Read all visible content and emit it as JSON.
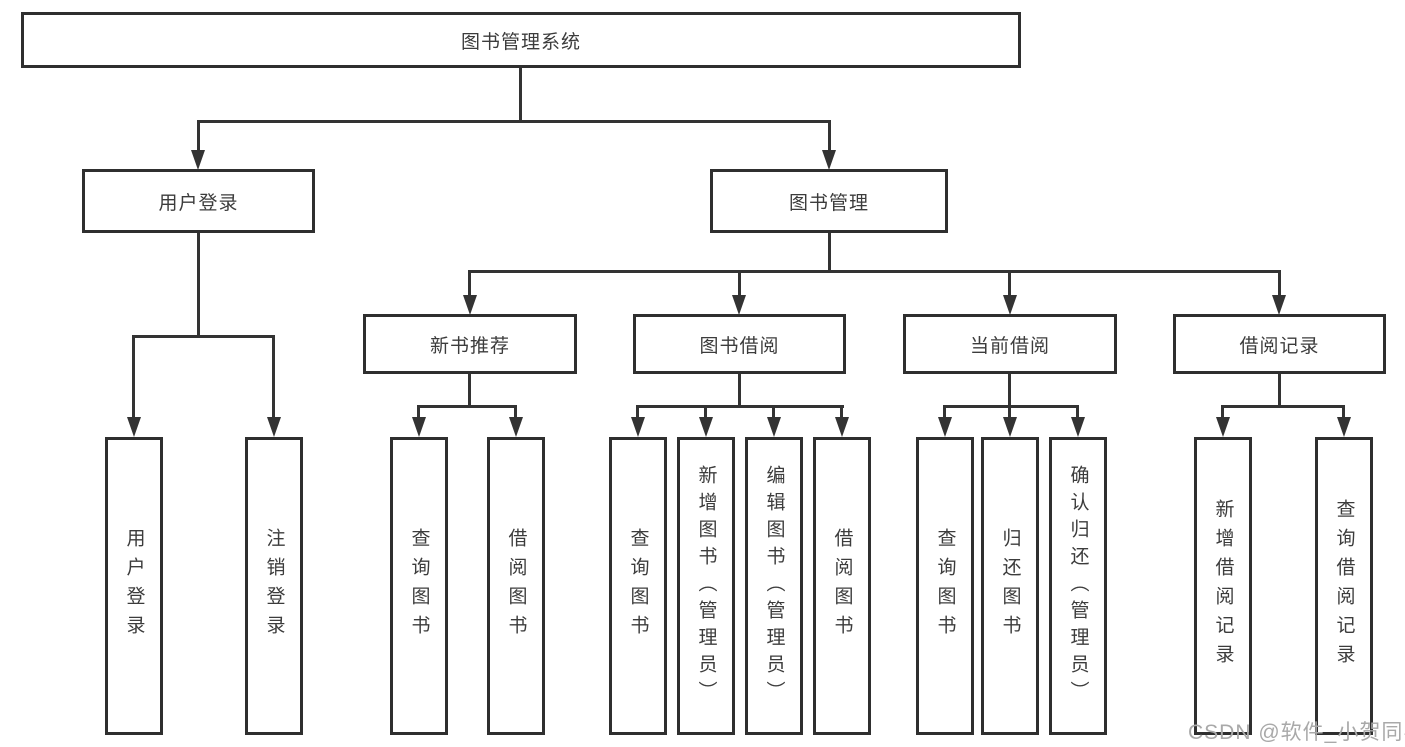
{
  "tree": {
    "root": "图书管理系统",
    "level2": [
      "用户登录",
      "图书管理"
    ],
    "level3": [
      "新书推荐",
      "图书借阅",
      "当前借阅",
      "借阅记录"
    ],
    "leaves_user_login": [
      "用户登录",
      "注销登录"
    ],
    "leaves_new_book": [
      "查询图书",
      "借阅图书"
    ],
    "leaves_book_borrow": [
      "查询图书",
      "新增图书（管理员）",
      "编辑图书（管理员）",
      "借阅图书"
    ],
    "leaves_current_borrow": [
      "查询图书",
      "归还图书",
      "确认归还（管理员）"
    ],
    "leaves_records": [
      "新增借阅记录",
      "查询借阅记录"
    ]
  },
  "watermark": {
    "text": "CSDN @软件_小贺同学"
  },
  "colors": {
    "line": "#333333",
    "box_border": "#2f2f2f",
    "text": "#3c3c3c",
    "watermark": "#a9a9a9",
    "background": "#ffffff"
  }
}
